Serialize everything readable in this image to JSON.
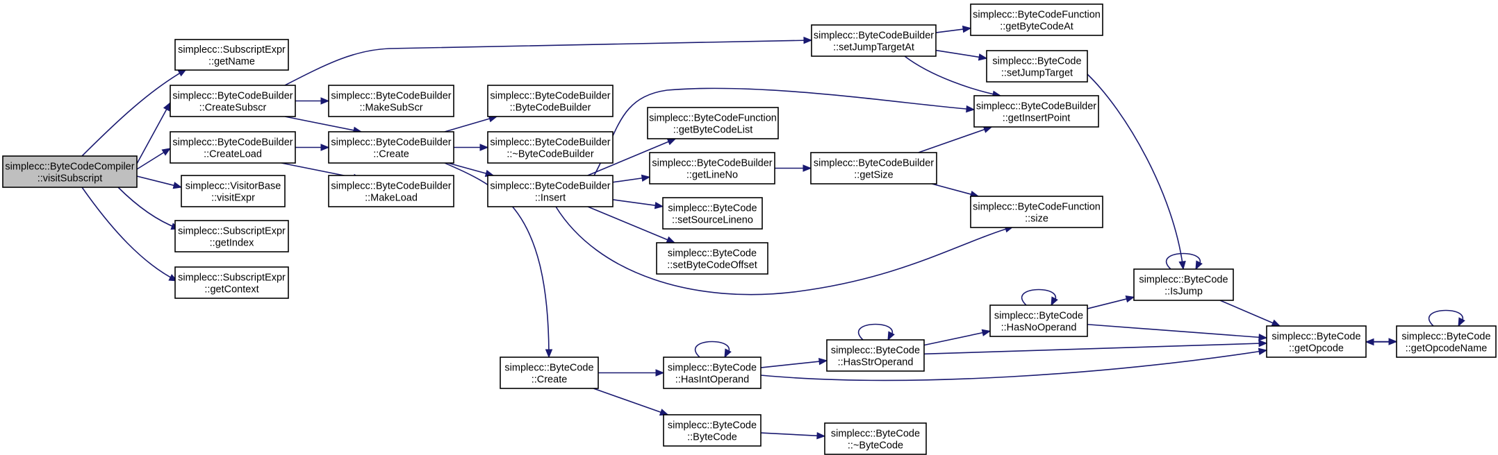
{
  "nodes": [
    {
      "id": "n0",
      "line1": "simplecc::ByteCodeCompiler",
      "line2": "::visitSubscript",
      "root": true
    },
    {
      "id": "n1",
      "line1": "simplecc::SubscriptExpr",
      "line2": "::getName"
    },
    {
      "id": "n2",
      "line1": "simplecc::ByteCodeBuilder",
      "line2": "::CreateSubscr"
    },
    {
      "id": "n3",
      "line1": "simplecc::ByteCodeBuilder",
      "line2": "::CreateLoad"
    },
    {
      "id": "n4",
      "line1": "simplecc::VisitorBase",
      "line2": "::visitExpr"
    },
    {
      "id": "n5",
      "line1": "simplecc::SubscriptExpr",
      "line2": "::getIndex"
    },
    {
      "id": "n6",
      "line1": "simplecc::SubscriptExpr",
      "line2": "::getContext"
    },
    {
      "id": "n7",
      "line1": "simplecc::ByteCodeBuilder",
      "line2": "::MakeSubScr"
    },
    {
      "id": "n8",
      "line1": "simplecc::ByteCodeBuilder",
      "line2": "::Create"
    },
    {
      "id": "n9",
      "line1": "simplecc::ByteCodeBuilder",
      "line2": "::MakeLoad"
    },
    {
      "id": "n10",
      "line1": "simplecc::ByteCodeBuilder",
      "line2": "::ByteCodeBuilder"
    },
    {
      "id": "n11",
      "line1": "simplecc::ByteCodeBuilder",
      "line2": "::~ByteCodeBuilder"
    },
    {
      "id": "n12",
      "line1": "simplecc::ByteCodeBuilder",
      "line2": "::Insert"
    },
    {
      "id": "n13",
      "line1": "simplecc::ByteCode",
      "line2": "::Create"
    },
    {
      "id": "n14",
      "line1": "simplecc::ByteCodeBuilder",
      "line2": "::setJumpTargetAt"
    },
    {
      "id": "n15",
      "line1": "simplecc::ByteCodeFunction",
      "line2": "::getByteCodeList"
    },
    {
      "id": "n16",
      "line1": "simplecc::ByteCodeBuilder",
      "line2": "::getLineNo"
    },
    {
      "id": "n17",
      "line1": "simplecc::ByteCode",
      "line2": "::setSourceLineno"
    },
    {
      "id": "n18",
      "line1": "simplecc::ByteCode",
      "line2": "::setByteCodeOffset"
    },
    {
      "id": "n19",
      "line1": "simplecc::ByteCode",
      "line2": "::HasIntOperand"
    },
    {
      "id": "n20",
      "line1": "simplecc::ByteCode",
      "line2": "::ByteCode"
    },
    {
      "id": "n21",
      "line1": "simplecc::ByteCodeBuilder",
      "line2": "::getSize"
    },
    {
      "id": "n22",
      "line1": "simplecc::ByteCode",
      "line2": "::HasStrOperand"
    },
    {
      "id": "n23",
      "line1": "simplecc::ByteCode",
      "line2": "::~ByteCode"
    },
    {
      "id": "n24",
      "line1": "simplecc::ByteCodeFunction",
      "line2": "::getByteCodeAt"
    },
    {
      "id": "n25",
      "line1": "simplecc::ByteCode",
      "line2": "::setJumpTarget"
    },
    {
      "id": "n26",
      "line1": "simplecc::ByteCodeBuilder",
      "line2": "::getInsertPoint"
    },
    {
      "id": "n27",
      "line1": "simplecc::ByteCodeFunction",
      "line2": "::size"
    },
    {
      "id": "n28",
      "line1": "simplecc::ByteCode",
      "line2": "::HasNoOperand"
    },
    {
      "id": "n29",
      "line1": "simplecc::ByteCode",
      "line2": "::IsJump"
    },
    {
      "id": "n30",
      "line1": "simplecc::ByteCode",
      "line2": "::getOpcode"
    },
    {
      "id": "n31",
      "line1": "simplecc::ByteCode",
      "line2": "::getOpcodeName"
    }
  ],
  "edges": [
    [
      "n0",
      "n1"
    ],
    [
      "n0",
      "n2"
    ],
    [
      "n0",
      "n3"
    ],
    [
      "n0",
      "n4"
    ],
    [
      "n0",
      "n5"
    ],
    [
      "n0",
      "n6"
    ],
    [
      "n2",
      "n7"
    ],
    [
      "n2",
      "n8"
    ],
    [
      "n2",
      "n14"
    ],
    [
      "n3",
      "n8"
    ],
    [
      "n3",
      "n9"
    ],
    [
      "n8",
      "n10"
    ],
    [
      "n8",
      "n11"
    ],
    [
      "n8",
      "n12"
    ],
    [
      "n8",
      "n13"
    ],
    [
      "n12",
      "n15"
    ],
    [
      "n12",
      "n16"
    ],
    [
      "n12",
      "n17"
    ],
    [
      "n12",
      "n18"
    ],
    [
      "n12",
      "n26"
    ],
    [
      "n12",
      "n27"
    ],
    [
      "n13",
      "n19"
    ],
    [
      "n13",
      "n20"
    ],
    [
      "n14",
      "n24"
    ],
    [
      "n14",
      "n25"
    ],
    [
      "n14",
      "n26"
    ],
    [
      "n16",
      "n21"
    ],
    [
      "n21",
      "n26"
    ],
    [
      "n21",
      "n27"
    ],
    [
      "n19",
      "n19"
    ],
    [
      "n19",
      "n22"
    ],
    [
      "n19",
      "n30"
    ],
    [
      "n20",
      "n23"
    ],
    [
      "n22",
      "n22"
    ],
    [
      "n22",
      "n28"
    ],
    [
      "n22",
      "n30"
    ],
    [
      "n28",
      "n28"
    ],
    [
      "n28",
      "n29"
    ],
    [
      "n28",
      "n30"
    ],
    [
      "n25",
      "n29"
    ],
    [
      "n29",
      "n29"
    ],
    [
      "n29",
      "n30"
    ],
    [
      "n30",
      "n31"
    ],
    [
      "n31",
      "n31"
    ],
    [
      "n31",
      "n30"
    ]
  ],
  "colors": {
    "edge": "#191970",
    "node_fill": "#ffffff",
    "root_fill": "#bfbfbf",
    "node_border": "#000000"
  }
}
